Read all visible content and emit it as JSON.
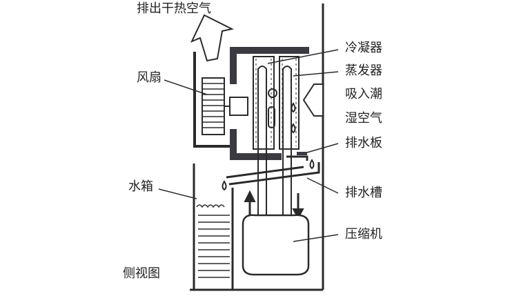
{
  "labels": {
    "exhaust": "排出干热空气",
    "condenser": "冷凝器",
    "evaporator": "蒸发器",
    "intake_1": "吸入潮",
    "intake_2": "湿空气",
    "drain_plate": "排水板",
    "fan": "风扇",
    "water_tank": "水箱",
    "drain_trough": "排水槽",
    "compressor": "压缩机",
    "view": "侧视图"
  },
  "colors": {
    "ink": "#3a3a40",
    "line": "#2a2a2a"
  }
}
